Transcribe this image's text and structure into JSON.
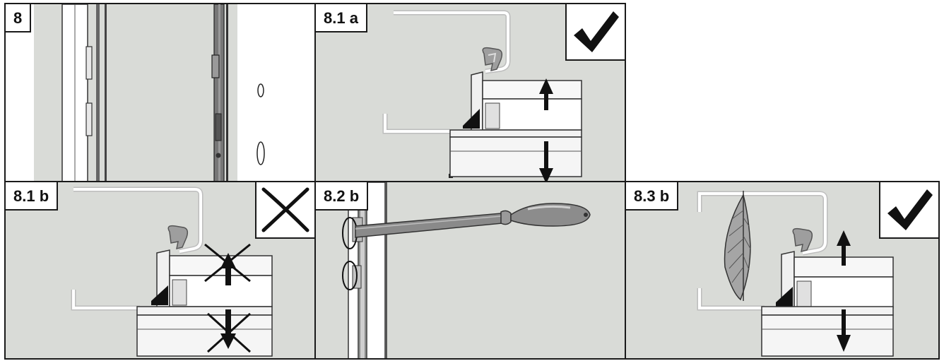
{
  "panels": [
    {
      "label": "8"
    },
    {
      "label": "8.1 a",
      "indicator": "checkmark-icon"
    },
    {
      "label": "8.1 b",
      "indicator": "cross-icon"
    },
    {
      "label": "8.2 b"
    },
    {
      "label": "8.3 b",
      "indicator": "checkmark-icon"
    }
  ],
  "colors": {
    "border": "#1a1a1a",
    "background": "#d9dbd7",
    "wall": "#ffffff",
    "gasket": "#8c8c8c",
    "tool_handle": "#8a8a8a"
  }
}
